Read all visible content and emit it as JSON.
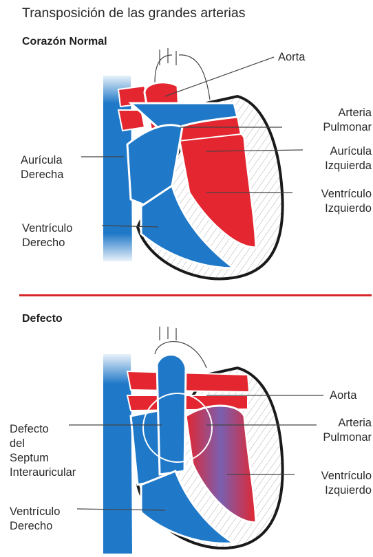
{
  "title": "Transposición de las grandes arterias",
  "normal": {
    "heading": "Corazón Normal",
    "labels": {
      "aorta": "Aorta",
      "arteria_pulmonar": [
        "Arteria",
        "Pulmonar"
      ],
      "auricula_derecha": [
        "Aurícula",
        "Derecha"
      ],
      "auricula_izquierda": [
        "Aurícula",
        "Izquierda"
      ],
      "ventriculo_izquierdo": [
        "Ventrículo",
        "Izquierdo"
      ],
      "ventriculo_derecho": [
        "Ventrículo",
        "Derecho"
      ]
    }
  },
  "defect": {
    "heading": "Defecto",
    "labels": {
      "aorta": "Aorta",
      "arteria_pulmonar": [
        "Arteria",
        "Pulmonar"
      ],
      "defecto_septum": [
        "Defecto",
        "del",
        "Septum",
        "Interauricular"
      ],
      "ventriculo_izquierdo": [
        "Ventrículo",
        "Izquierdo"
      ],
      "ventriculo_derecho": [
        "Ventrículo",
        "Derecho"
      ]
    }
  },
  "colors": {
    "oxygenated": "#e3262f",
    "deoxygenated": "#1f78c8",
    "divider": "#d6262b",
    "outline": "#1a1a1a"
  }
}
